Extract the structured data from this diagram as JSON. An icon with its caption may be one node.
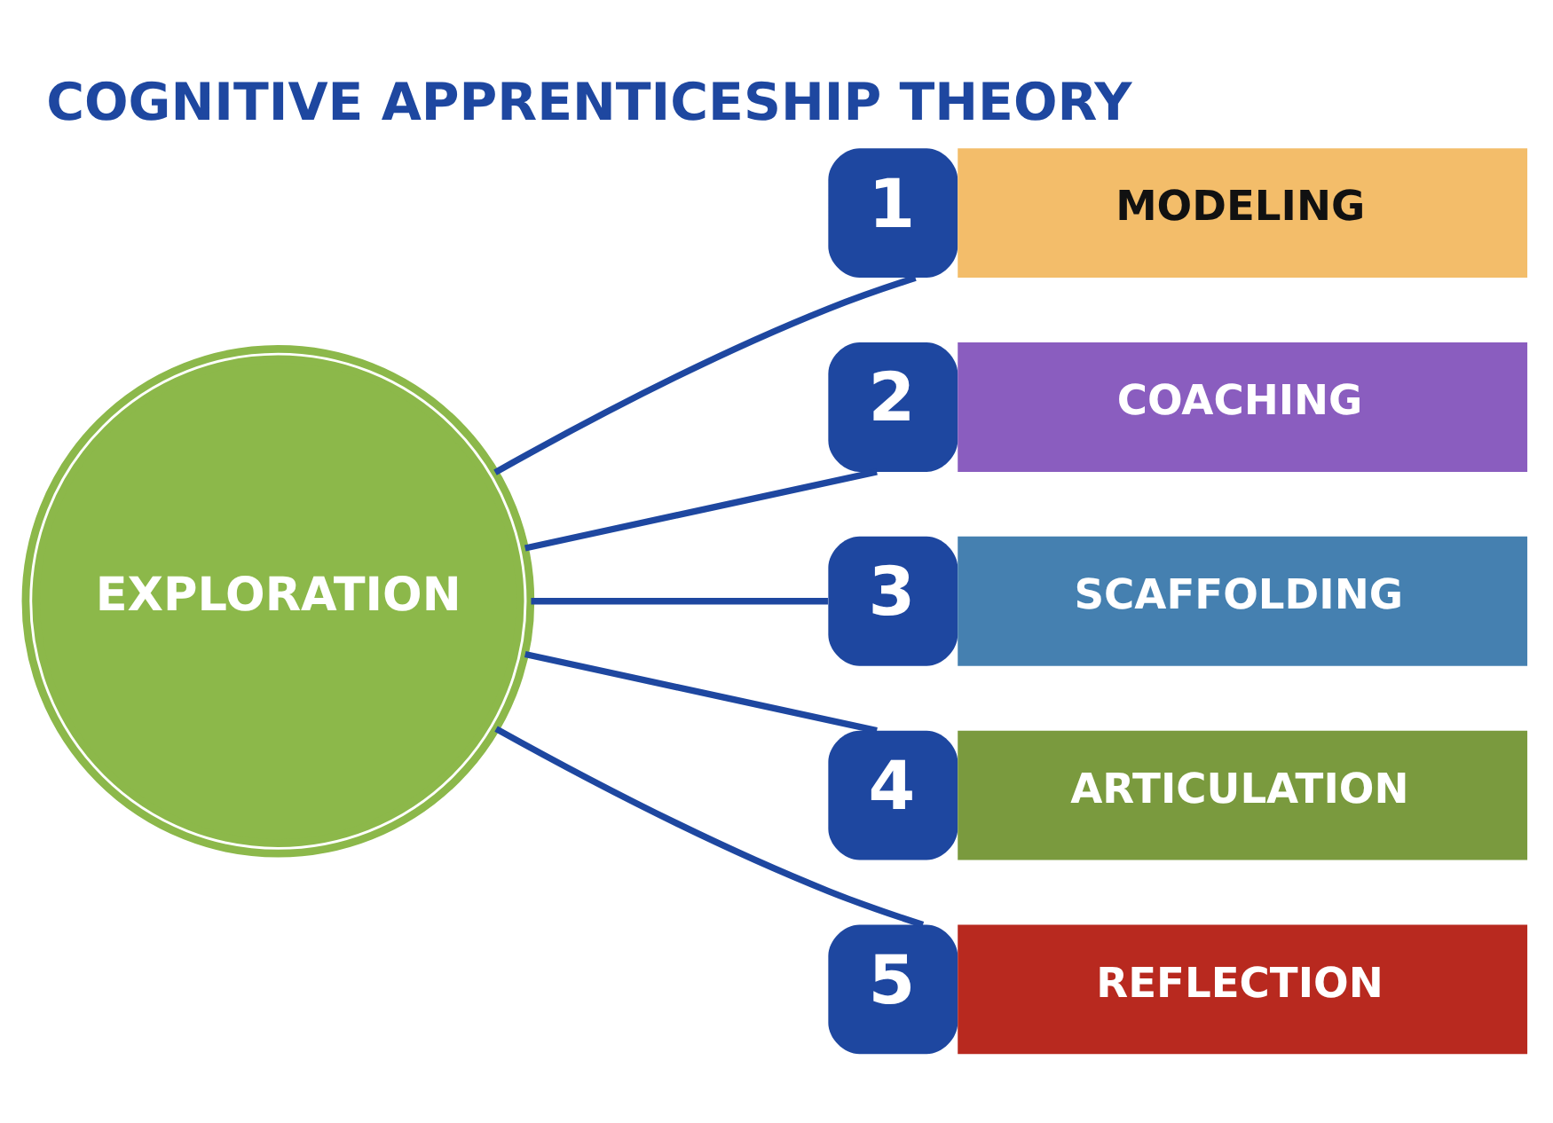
{
  "diagram": {
    "title": "COGNITIVE APPRENTICESHIP THEORY",
    "nodes": [
      {
        "text": [
          "EXPLORATION"
        ]
      },
      {
        "text": [
          "1",
          "MODELING"
        ]
      },
      {
        "text": [
          "2",
          "COACHING"
        ]
      },
      {
        "text": [
          "3",
          "SCAFFOLDING"
        ]
      },
      {
        "text": [
          "4",
          "ARTICULATION"
        ]
      },
      {
        "text": [
          "5",
          "REFLECTION"
        ]
      }
    ],
    "edges": [
      {
        "from": 0,
        "to": 1,
        "arrow": "none"
      },
      {
        "from": 0,
        "to": 2,
        "arrow": "none"
      },
      {
        "from": 0,
        "to": 3,
        "arrow": "none"
      },
      {
        "from": 0,
        "to": 4,
        "arrow": "none"
      },
      {
        "from": 0,
        "to": 5,
        "arrow": "none"
      }
    ]
  }
}
